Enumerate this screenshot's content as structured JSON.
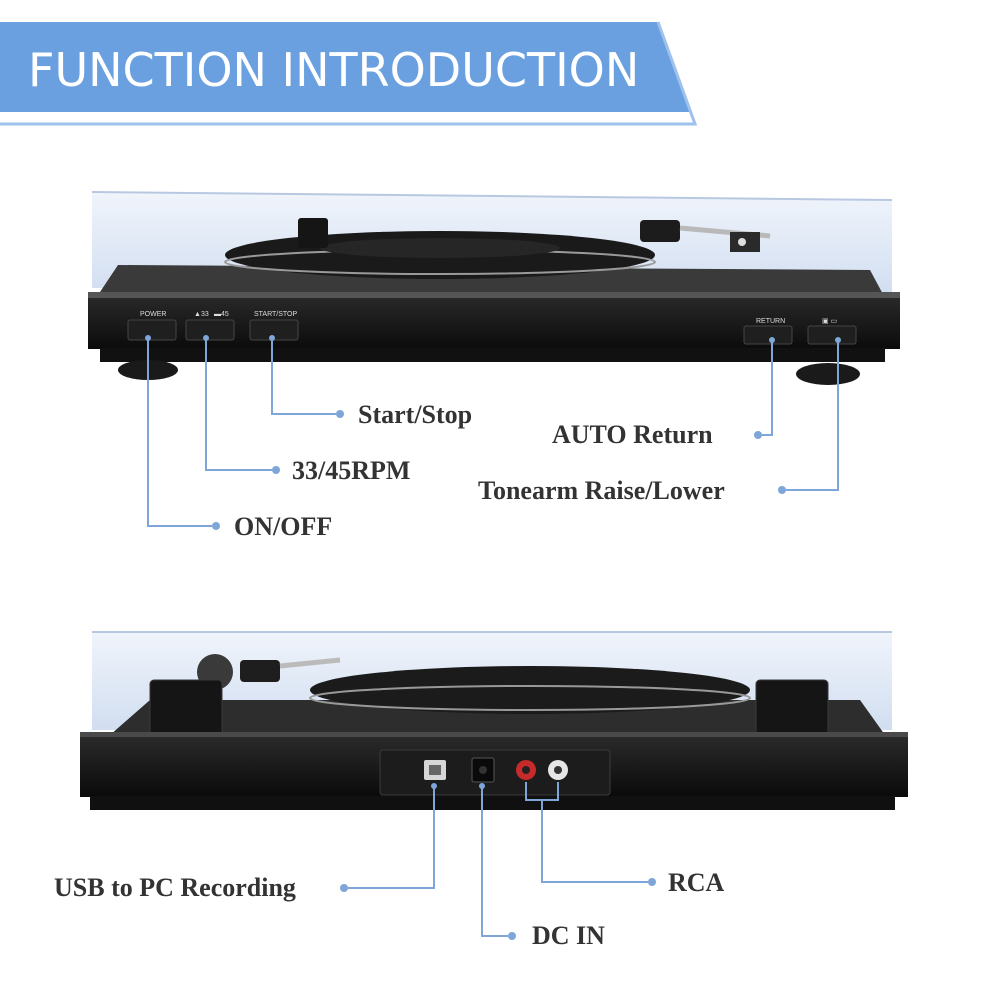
{
  "header": {
    "title": "FUNCTION INTRODUCTION"
  },
  "front_panel": {
    "buttons": {
      "power": "POWER",
      "speed_33": "33",
      "speed_45": "45",
      "start_stop": "START/STOP",
      "return": "RETURN"
    },
    "callouts": {
      "start_stop": "Start/Stop",
      "rpm": "33/45RPM",
      "on_off": "ON/OFF",
      "auto_return": "AUTO Return",
      "tonearm": "Tonearm Raise/Lower"
    }
  },
  "rear_panel": {
    "callouts": {
      "usb": "USB to PC Recording",
      "rca": "RCA",
      "dc_in": "DC IN"
    }
  },
  "colors": {
    "banner": "#6aa0e0",
    "callout_line": "#7ea6d8",
    "label": "#333333"
  }
}
